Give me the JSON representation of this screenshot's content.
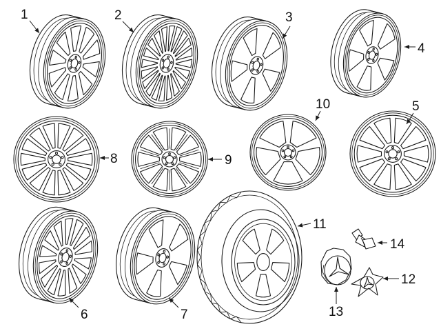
{
  "callouts": [
    {
      "id": "1",
      "label": "1"
    },
    {
      "id": "2",
      "label": "2"
    },
    {
      "id": "3",
      "label": "3"
    },
    {
      "id": "4",
      "label": "4"
    },
    {
      "id": "5",
      "label": "5"
    },
    {
      "id": "6",
      "label": "6"
    },
    {
      "id": "7",
      "label": "7"
    },
    {
      "id": "8",
      "label": "8"
    },
    {
      "id": "9",
      "label": "9"
    },
    {
      "id": "10",
      "label": "10"
    },
    {
      "id": "11",
      "label": "11"
    },
    {
      "id": "12",
      "label": "12"
    },
    {
      "id": "13",
      "label": "13"
    },
    {
      "id": "14",
      "label": "14"
    }
  ],
  "parts": [
    {
      "callout": "1",
      "kind": "wheel-angled",
      "spokes": 10,
      "style": "double-spoke"
    },
    {
      "callout": "2",
      "kind": "wheel-angled",
      "spokes": 20,
      "style": "multi-spoke"
    },
    {
      "callout": "3",
      "kind": "wheel-angled",
      "spokes": 5,
      "style": "twin-5-spoke"
    },
    {
      "callout": "4",
      "kind": "wheel-angled",
      "spokes": 5,
      "style": "split-5-spoke"
    },
    {
      "callout": "5",
      "kind": "wheel-face",
      "spokes": 10,
      "style": "10-spoke"
    },
    {
      "callout": "6",
      "kind": "wheel-angled",
      "spokes": 14,
      "style": "multi-spoke"
    },
    {
      "callout": "7",
      "kind": "wheel-angled",
      "spokes": 5,
      "style": "5-spoke-windows"
    },
    {
      "callout": "8",
      "kind": "wheel-face",
      "spokes": 14,
      "style": "7-double-spoke"
    },
    {
      "callout": "9",
      "kind": "wheel-face",
      "spokes": 10,
      "style": "5-split-spoke"
    },
    {
      "callout": "10",
      "kind": "wheel-face",
      "spokes": 5,
      "style": "5-spoke-outlined"
    },
    {
      "callout": "11",
      "kind": "tire-assembly",
      "spokes": 5,
      "style": "tire-with-wheel"
    },
    {
      "callout": "12",
      "kind": "center-cap-clip",
      "spokes": 0,
      "style": "cap-retainer"
    },
    {
      "callout": "13",
      "kind": "center-cap",
      "spokes": 0,
      "style": "star-cap"
    },
    {
      "callout": "14",
      "kind": "lug-bolt",
      "spokes": 0,
      "style": "bolt"
    }
  ]
}
